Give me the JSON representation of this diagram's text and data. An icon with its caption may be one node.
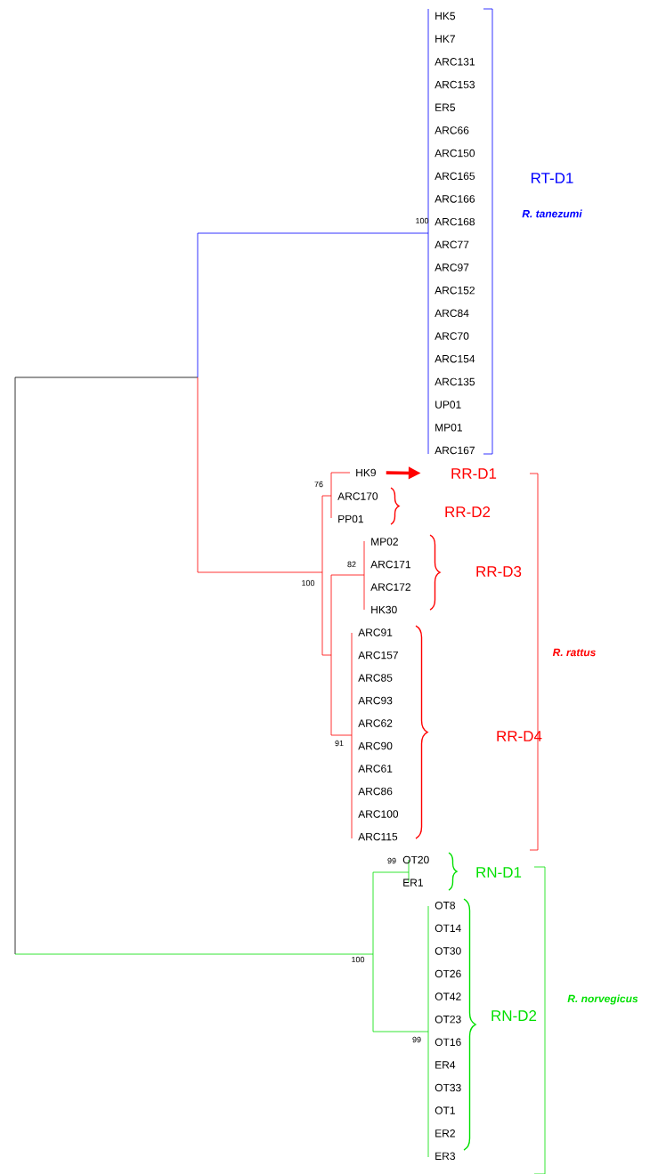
{
  "diagram": {
    "nodes": [
      {
        "text": [
          "HK9"
        ]
      },
      {
        "text": [
          "RR-D1"
        ]
      }
    ],
    "edges": [
      {
        "from": 0,
        "to": 1,
        "arrow": "to"
      }
    ],
    "labels": [
      "HK5",
      "HK7",
      "ARC131",
      "ARC153",
      "ER5",
      "ARC66",
      "ARC150",
      "ARC165",
      "ARC166",
      "ARC168",
      "ARC77",
      "ARC97",
      "ARC152",
      "ARC84",
      "ARC70",
      "ARC154",
      "ARC135",
      "UP01",
      "MP01",
      "ARC167",
      "100",
      "RT-D1",
      "R. tanezumi",
      "ARC170",
      "PP01",
      "MP02",
      "ARC171",
      "ARC172",
      "HK30",
      "ARC91",
      "ARC157",
      "ARC85",
      "ARC93",
      "ARC62",
      "ARC90",
      "ARC61",
      "ARC86",
      "ARC100",
      "ARC115",
      "76",
      "100",
      "82",
      "91",
      "RR-D2",
      "RR-D3",
      "RR-D4",
      "R. rattus",
      "OT20",
      "ER1",
      "OT8",
      "OT14",
      "OT30",
      "OT26",
      "OT42",
      "OT23",
      "OT16",
      "ER4",
      "OT33",
      "OT1",
      "ER2",
      "ER3",
      "99",
      "100",
      "99",
      "RN-D1",
      "RN-D2",
      "R. norvegicus"
    ]
  }
}
